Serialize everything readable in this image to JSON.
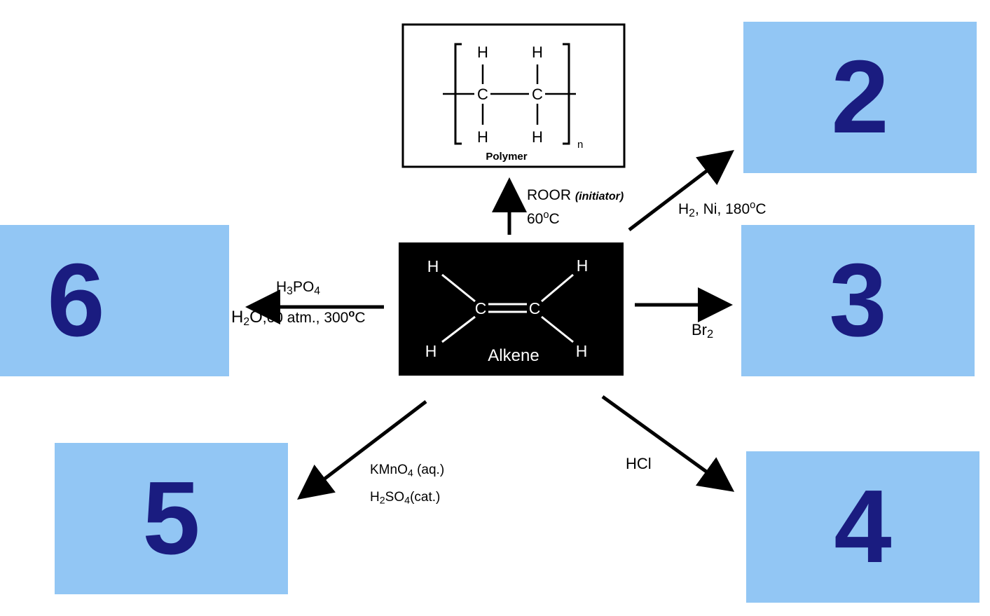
{
  "center": {
    "atoms": {
      "h_tl": "H",
      "h_tr": "H",
      "h_bl": "H",
      "h_br": "H",
      "c1": "C",
      "c2": "C"
    },
    "label": "Alkene"
  },
  "polymer": {
    "atoms": {
      "h1": "H",
      "h2": "H",
      "h3": "H",
      "h4": "H",
      "c1": "C",
      "c2": "C"
    },
    "repeat": "n",
    "label": "Polymer"
  },
  "products": {
    "p2": "2",
    "p3": "3",
    "p4": "4",
    "p5": "5",
    "p6": "6"
  },
  "reagents": {
    "polymer": {
      "line1_main": "ROOR",
      "line1_note": "(initiator)",
      "line2_main": "60",
      "line2_sup": "o",
      "line2_end": "C"
    },
    "p2": {
      "h": "H",
      "h_sub": "2",
      "mid": ", Ni, 180",
      "sup": "o",
      "end": "C"
    },
    "p3": {
      "main": "Br",
      "sub": "2"
    },
    "p4": {
      "main": "HCl"
    },
    "p5": {
      "l1_main": "KMnO",
      "l1_sub": "4",
      "l1_end": " (aq.)",
      "l2_h": "H",
      "l2_sub1": "2",
      "l2_mid": "SO",
      "l2_sub2": "4",
      "l2_end": "(cat.)"
    },
    "p6": {
      "l1_h": "H",
      "l1_sub": "3",
      "l1_mid": "PO",
      "l1_sub2": "4",
      "l2_h": "H",
      "l2_sub": "2",
      "l2_mid": "O",
      "l2_rest": ",60 atm., 300",
      "l2_sup": "o",
      "l2_end": "C"
    }
  },
  "colors": {
    "product_box": "#92c6f4",
    "product_number": "#1a1c80",
    "center_bg": "#000000",
    "arrow": "#000000"
  },
  "icons": [
    "arrow-up-icon",
    "arrow-right-icon",
    "arrow-left-icon",
    "arrow-down-left-icon",
    "arrow-down-right-icon",
    "arrow-up-right-icon"
  ]
}
